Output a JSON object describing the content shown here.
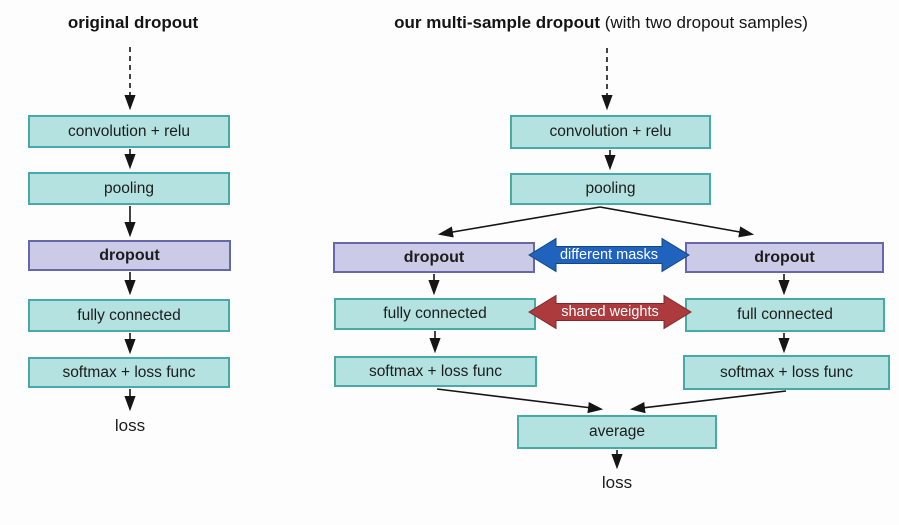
{
  "figure": {
    "left_diagram": {
      "title": "original dropout",
      "boxes": [
        "convolution + relu",
        "pooling",
        "dropout",
        "fully connected",
        "softmax + loss func"
      ],
      "output_label": "loss"
    },
    "right_diagram": {
      "title_bold": "our multi-sample dropout",
      "title_suffix": "(with two dropout samples)",
      "trunk_boxes": [
        "convolution + relu",
        "pooling"
      ],
      "left_branch": [
        "dropout",
        "fully connected",
        "softmax + loss func"
      ],
      "right_branch": [
        "dropout",
        "full connected",
        "softmax + loss func"
      ],
      "merge_box": "average",
      "output_label": "loss",
      "annotations": {
        "different_masks": "different masks",
        "shared_weights": "shared weights"
      }
    },
    "colors": {
      "process_box_fill": "#b3e2e0",
      "process_box_border": "#47aaa6",
      "dropout_box_fill": "#cccbe7",
      "dropout_box_border": "#6668a9",
      "different_masks_arrow": "#1f63bf",
      "shared_weights_arrow": "#ad3a3c",
      "connector_line": "#151515"
    }
  }
}
